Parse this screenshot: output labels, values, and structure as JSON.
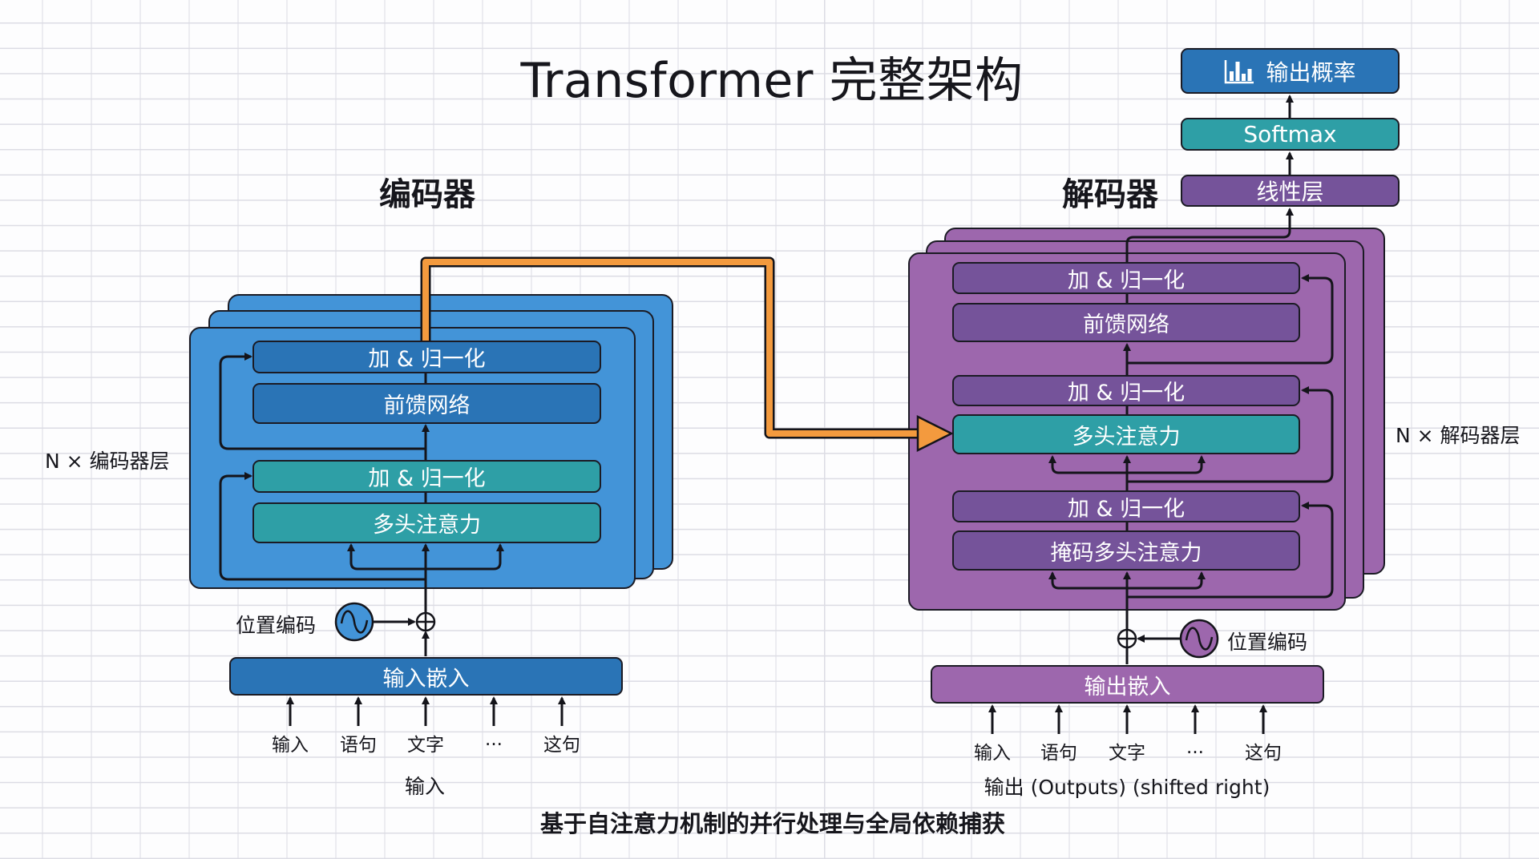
{
  "title": "Transformer 完整架构",
  "colors": {
    "encoder_card": "#4394d8",
    "encoder_block": "#2a74b6",
    "attention_block": "#2e9fa6",
    "decoder_card": "#9d67ad",
    "decoder_block": "#75539a",
    "cross_connection": "#f39a3e",
    "output_probs": "#2a74b6",
    "softmax": "#2e9fa6",
    "linear": "#75539a"
  },
  "encoder": {
    "heading": "编码器",
    "stack_label": "N × 编码器层",
    "blocks": [
      {
        "label": "加 & 归一化",
        "type": "add-norm"
      },
      {
        "label": "前馈网络",
        "type": "feed-forward"
      },
      {
        "label": "加 & 归一化",
        "type": "add-norm"
      },
      {
        "label": "多头注意力",
        "type": "multi-head-attention"
      }
    ],
    "positional_encoding_label": "位置编码",
    "embedding_label": "输入嵌入",
    "tokens": [
      "输入",
      "语句",
      "文字",
      "...",
      "这句"
    ],
    "input_caption": "输入"
  },
  "decoder": {
    "heading": "解码器",
    "stack_label": "N × 解码器层",
    "blocks": [
      {
        "label": "加 & 归一化",
        "type": "add-norm"
      },
      {
        "label": "前馈网络",
        "type": "feed-forward"
      },
      {
        "label": "加 & 归一化",
        "type": "add-norm"
      },
      {
        "label": "多头注意力",
        "type": "cross-attention"
      },
      {
        "label": "加 & 归一化",
        "type": "add-norm"
      },
      {
        "label": "掩码多头注意力",
        "type": "masked-multi-head-attention"
      }
    ],
    "positional_encoding_label": "位置编码",
    "embedding_label": "输出嵌入",
    "tokens": [
      "输入",
      "语句",
      "文字",
      "...",
      "这句"
    ],
    "output_caption": "输出 (Outputs) (shifted right)"
  },
  "head": {
    "output_probs_label": "输出概率",
    "output_probs_icon": "bar-chart-icon",
    "softmax_label": "Softmax",
    "linear_label": "线性层"
  },
  "footer": "基于自注意力机制的并行处理与全局依赖捕获"
}
